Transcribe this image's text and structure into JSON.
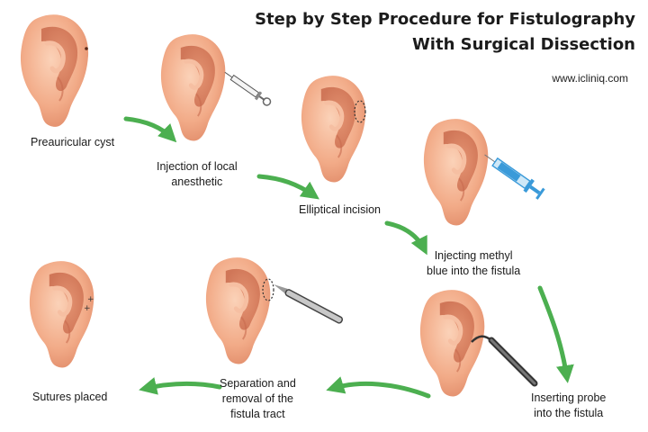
{
  "title": {
    "line1": "Step by Step Procedure for Fistulography",
    "line2": "With Surgical Dissection"
  },
  "source": "www.icliniq.com",
  "steps": [
    {
      "label": "Preauricular cyst"
    },
    {
      "label_line1": "Injection of local",
      "label_line2": "anesthetic"
    },
    {
      "label": "Elliptical incision"
    },
    {
      "label_line1": "Injecting methyl",
      "label_line2": "blue into the fistula"
    },
    {
      "label_line1": "Inserting probe",
      "label_line2": "into the fistula"
    },
    {
      "label_line1": "Separation and",
      "label_line2": "removal of the",
      "label_line3": "fistula tract"
    },
    {
      "label": "Sutures placed"
    }
  ],
  "colors": {
    "skin_light": "#f8c6a8",
    "skin_mid": "#eea07f",
    "skin_dark": "#d97a5c",
    "arrow_green": "#4caf50",
    "syringe_blue": "#3a9ad9"
  },
  "icons": {
    "syringe": "syringe-icon",
    "scalpel": "scalpel-icon",
    "probe": "probe-icon",
    "incision": "elliptical-incision-mark",
    "sutures": "suture-marks"
  }
}
